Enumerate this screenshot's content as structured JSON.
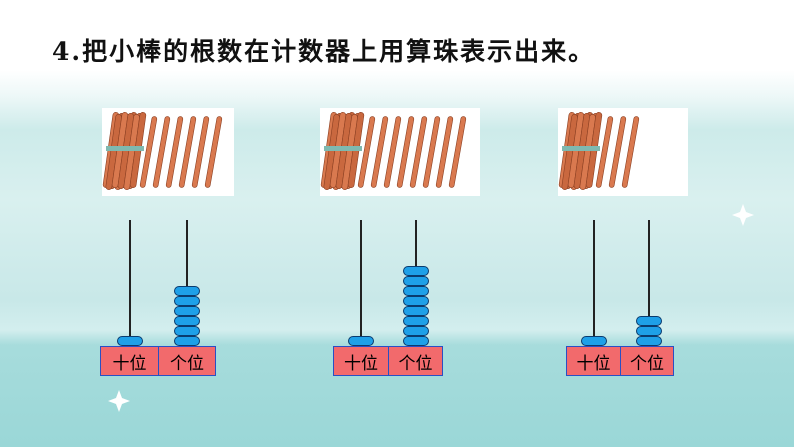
{
  "title": {
    "number": "4.",
    "text": "把小棒的根数在计数器上用算珠表示出来。"
  },
  "abaci": [
    {
      "tens_label": "十位",
      "ones_label": "个位",
      "tens_beads": 1,
      "ones_beads": 6,
      "bundles": 1,
      "loose_sticks": 6
    },
    {
      "tens_label": "十位",
      "ones_label": "个位",
      "tens_beads": 1,
      "ones_beads": 8,
      "bundles": 1,
      "loose_sticks": 8
    },
    {
      "tens_label": "十位",
      "ones_label": "个位",
      "tens_beads": 1,
      "ones_beads": 3,
      "bundles": 1,
      "loose_sticks": 3
    }
  ],
  "colors": {
    "bead": "#1ea0e8",
    "label_box": "#f26a6c",
    "stick": "#d9794f"
  }
}
